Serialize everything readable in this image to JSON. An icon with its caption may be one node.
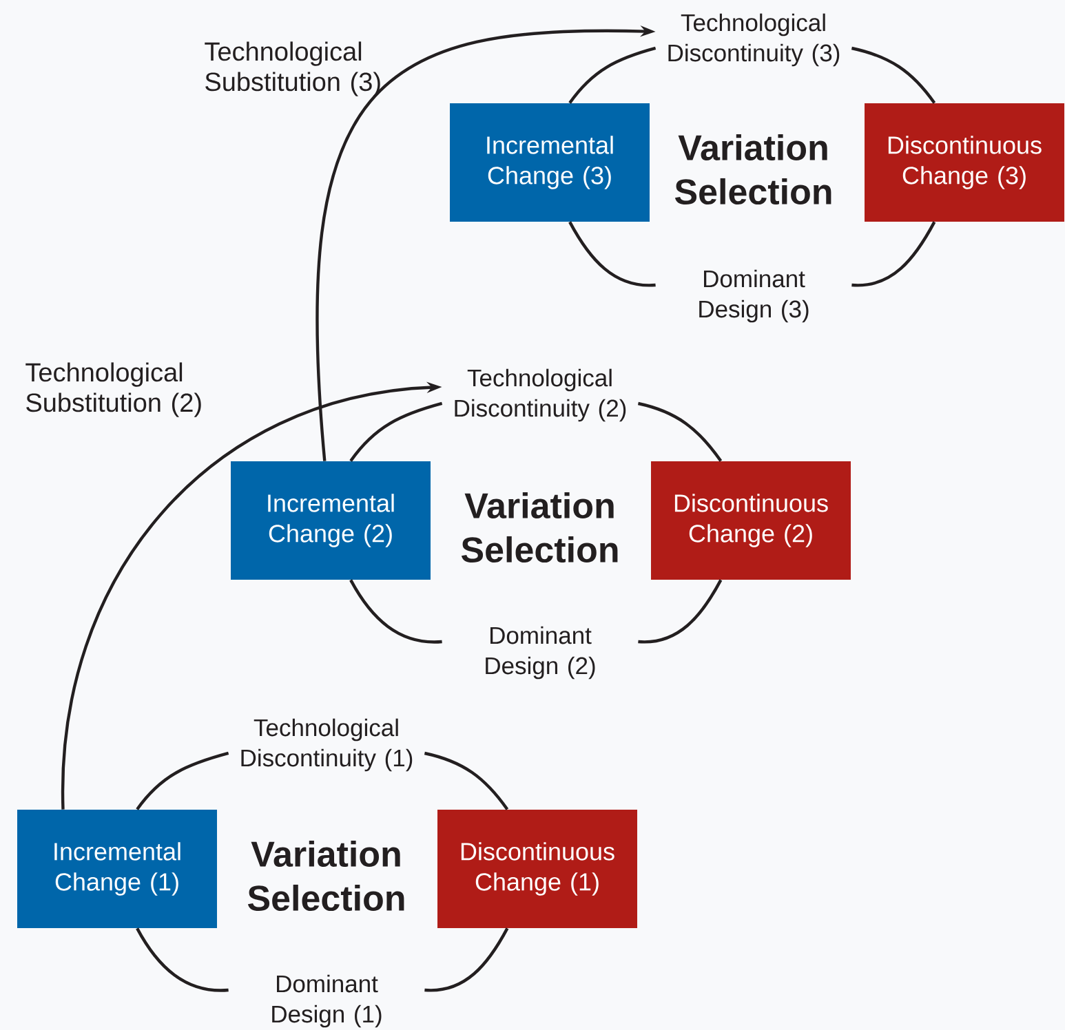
{
  "diagram": {
    "nodes": [
      {
        "text": [
          "Technological Discontinuity (3)"
        ]
      },
      {
        "text": [
          "Incremental Change (3)"
        ]
      },
      {
        "text": [
          "Discontinuous Change (3)"
        ]
      },
      {
        "text": [
          "Dominant Design (3)"
        ]
      },
      {
        "text": [
          "Technological Discontinuity (2)"
        ]
      },
      {
        "text": [
          "Incremental Change (2)"
        ]
      },
      {
        "text": [
          "Discontinuous Change (2)"
        ]
      },
      {
        "text": [
          "Dominant Design (2)"
        ]
      },
      {
        "text": [
          "Technological Discontinuity (1)"
        ]
      },
      {
        "text": [
          "Incremental Change (1)"
        ]
      },
      {
        "text": [
          "Discontinuous Change (1)"
        ]
      },
      {
        "text": [
          "Dominant Design (1)"
        ]
      }
    ],
    "edges": [
      {
        "from": 1,
        "to": 0,
        "arrow": "none"
      },
      {
        "from": 0,
        "to": 2,
        "arrow": "none"
      },
      {
        "from": 2,
        "to": 3,
        "arrow": "none"
      },
      {
        "from": 3,
        "to": 1,
        "arrow": "none"
      },
      {
        "from": 5,
        "to": 4,
        "arrow": "none"
      },
      {
        "from": 4,
        "to": 6,
        "arrow": "none"
      },
      {
        "from": 6,
        "to": 7,
        "arrow": "none"
      },
      {
        "from": 7,
        "to": 5,
        "arrow": "none"
      },
      {
        "from": 9,
        "to": 8,
        "arrow": "none"
      },
      {
        "from": 8,
        "to": 10,
        "arrow": "none"
      },
      {
        "from": 10,
        "to": 11,
        "arrow": "none"
      },
      {
        "from": 11,
        "to": 9,
        "arrow": "none"
      },
      {
        "from": 9,
        "to": 4,
        "arrow": "to",
        "label": "Technological Substitution (2)"
      },
      {
        "from": 5,
        "to": 0,
        "arrow": "to",
        "label": "Technological Substitution (3)"
      }
    ],
    "labels": [
      "Variation Selection",
      "Variation Selection",
      "Variation Selection"
    ]
  }
}
